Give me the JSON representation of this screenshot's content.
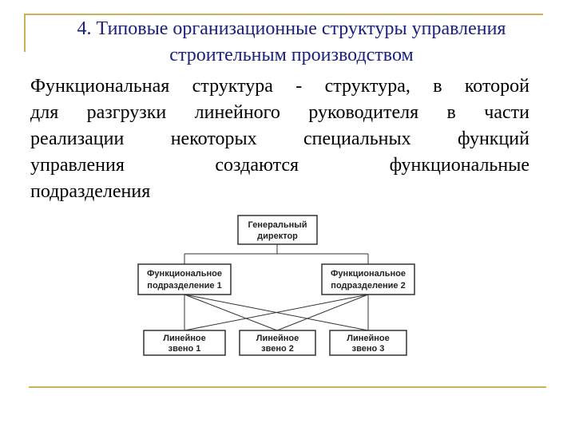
{
  "slide": {
    "title_line1": "4. Типовые организационные структуры управления",
    "title_line2": "строительным производством",
    "body_lines": [
      "Функциональная структура - структура, в которой",
      "для разгрузки линейного руководителя в части",
      "реализации некоторых специальных функций",
      "управления создаются функциональные",
      "подразделения"
    ],
    "accent_color": "#c9b35a",
    "title_color": "#1a1f7a"
  },
  "diagram": {
    "director": {
      "line1": "Генеральный",
      "line2": "директор"
    },
    "functional_units": [
      {
        "line1": "Функциональное",
        "line2": "подразделение 1"
      },
      {
        "line1": "Функциональное",
        "line2": "подразделение 2"
      }
    ],
    "line_units": [
      {
        "line1": "Линейное",
        "line2": "звено 1"
      },
      {
        "line1": "Линейное",
        "line2": "звено 2"
      },
      {
        "line1": "Линейное",
        "line2": "звено 3"
      }
    ]
  }
}
